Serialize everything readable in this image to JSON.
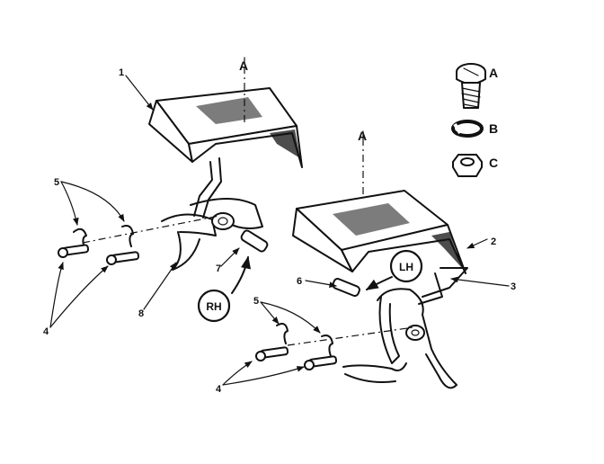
{
  "callouts": {
    "c1": "1",
    "c2": "2",
    "c3": "3",
    "c4_left": "4",
    "c4_right": "4",
    "c5_left": "5",
    "c5_right": "5",
    "c6": "6",
    "c7": "7",
    "c8": "8",
    "a_left": "A",
    "a_right": "A",
    "rh": "RH",
    "lh": "LH"
  },
  "legend": {
    "a": "A",
    "b": "B",
    "c": "C"
  }
}
